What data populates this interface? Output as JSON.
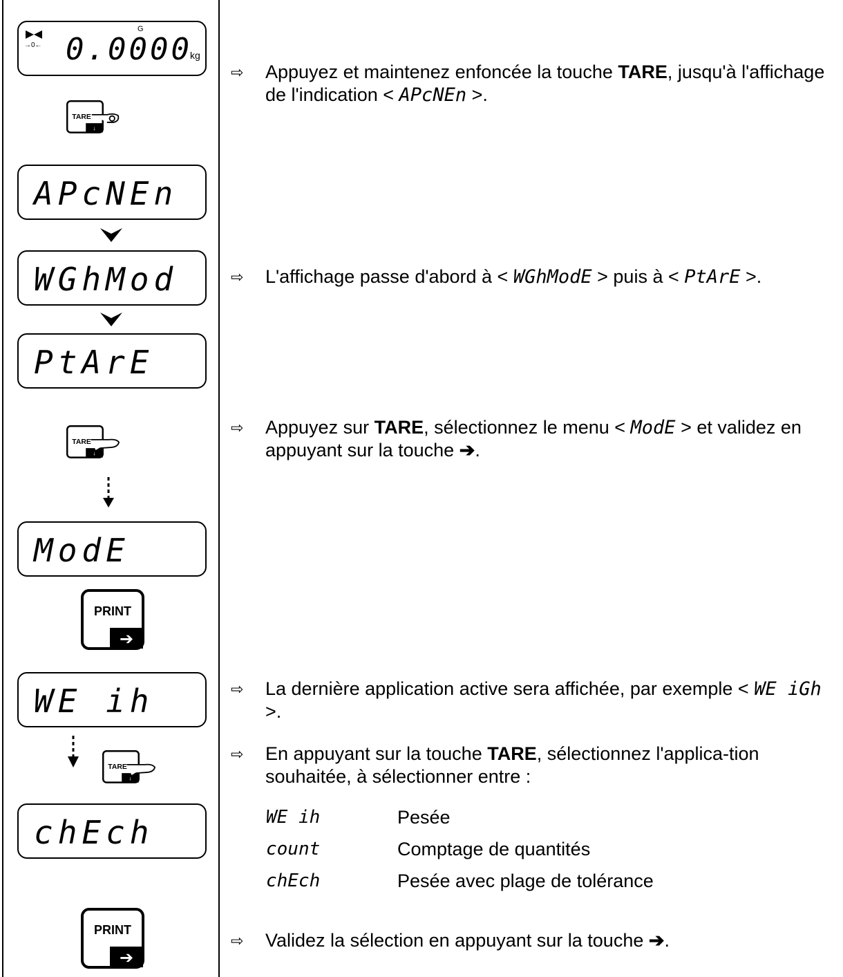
{
  "displays": {
    "zero_value": "0.0000",
    "zero_unit": "kg",
    "zero_mark": "G",
    "zero_icon": "→0←",
    "apcmen": "APcNEn",
    "wghmod": "WGhMod",
    "ptare": "PtArE",
    "mode": "ModE",
    "weih": "WE ih",
    "check": "chEch"
  },
  "keys": {
    "tare": "TARE",
    "print": "PRINT"
  },
  "steps": {
    "s1_a": "Appuyez et maintenez enfoncée la touche ",
    "s1_b": "TARE",
    "s1_c": ", jusqu'à l'affichage de l'indication < ",
    "s1_code": "APcNEn",
    "s1_d": " >.",
    "s2_a": "L'affichage passe d'abord à < ",
    "s2_code1": "WGhModE",
    "s2_b": " > puis à < ",
    "s2_code2": "PtArE",
    "s2_c": " >.",
    "s3_a": "Appuyez sur ",
    "s3_b": "TARE",
    "s3_c": ", sélectionnez le menu < ",
    "s3_code": "ModE",
    "s3_d": " > et validez en appuyant sur la touche ",
    "s3_arrow": "➔",
    "s3_e": ".",
    "s4_a": "La dernière application active sera affichée, par exemple < ",
    "s4_code": "WE iGh",
    "s4_b": " >.",
    "s5_a": "En appuyant sur la touche ",
    "s5_b": "TARE",
    "s5_c": ", sélectionnez l'applica-tion souhaitée, à sélectionner entre :",
    "s6_a": "Validez la sélection en appuyant sur la touche ",
    "s6_arrow": "➔",
    "s6_b": "."
  },
  "options": [
    {
      "code": "WE ih",
      "desc": "Pesée"
    },
    {
      "code": "count",
      "desc": "Comptage de quantités"
    },
    {
      "code": "chEch",
      "desc": "Pesée avec plage de tolérance"
    }
  ],
  "bullet": "⇨"
}
